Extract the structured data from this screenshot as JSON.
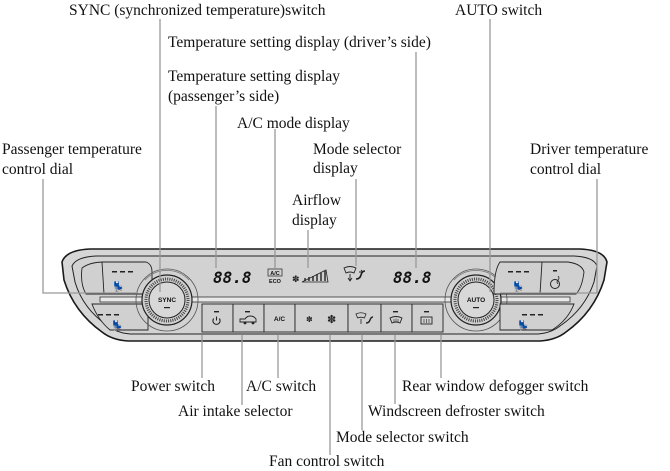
{
  "callouts": {
    "sync_switch": "SYNC (synchronized temperature)switch",
    "auto_switch": "AUTO switch",
    "temp_display_driver": "Temperature setting display (driver’s side)",
    "temp_display_passenger_line1": "Temperature setting display",
    "temp_display_passenger_line2": "(passenger’s side)",
    "ac_mode_display": "A/C mode display",
    "mode_selector_display_line1": "Mode selector",
    "mode_selector_display_line2": "display",
    "airflow_display_line1": "Airflow",
    "airflow_display_line2": "display",
    "passenger_dial_line1": "Passenger temperature",
    "passenger_dial_line2": "control dial",
    "driver_dial_line1": "Driver temperature",
    "driver_dial_line2": "control dial",
    "power_switch": "Power switch",
    "ac_switch": "A/C switch",
    "air_intake_selector": "Air intake selector",
    "rear_defogger_switch": "Rear window defogger switch",
    "windscreen_defroster_switch": "Windscreen defroster switch",
    "mode_selector_switch": "Mode selector switch",
    "fan_control_switch": "Fan control switch"
  },
  "panel": {
    "sync_label": "SYNC",
    "auto_label": "AUTO",
    "ac_button_label": "A/C",
    "passenger_temp_readout": "88.8",
    "driver_temp_readout": "88.8",
    "ac_mode_top": "A/C",
    "ac_mode_bottom": "ECO",
    "icons": {
      "power": "power-icon",
      "air_intake": "car-recirculation-icon",
      "fan_low": "fan-low-icon",
      "fan_high": "fan-high-icon",
      "mode": "windshield-airflow-icon",
      "front_defrost": "front-defrost-icon",
      "rear_defrost": "rear-defrost-icon",
      "seat_heat": "seat-heater-icon",
      "seat_vent": "seat-ventilation-icon",
      "steering_heat": "steering-heater-icon"
    }
  },
  "colors": {
    "panel_fill": "#d4d4d4",
    "panel_outline": "#1a1a1a",
    "leader_line": "#999999",
    "text": "#111111"
  }
}
